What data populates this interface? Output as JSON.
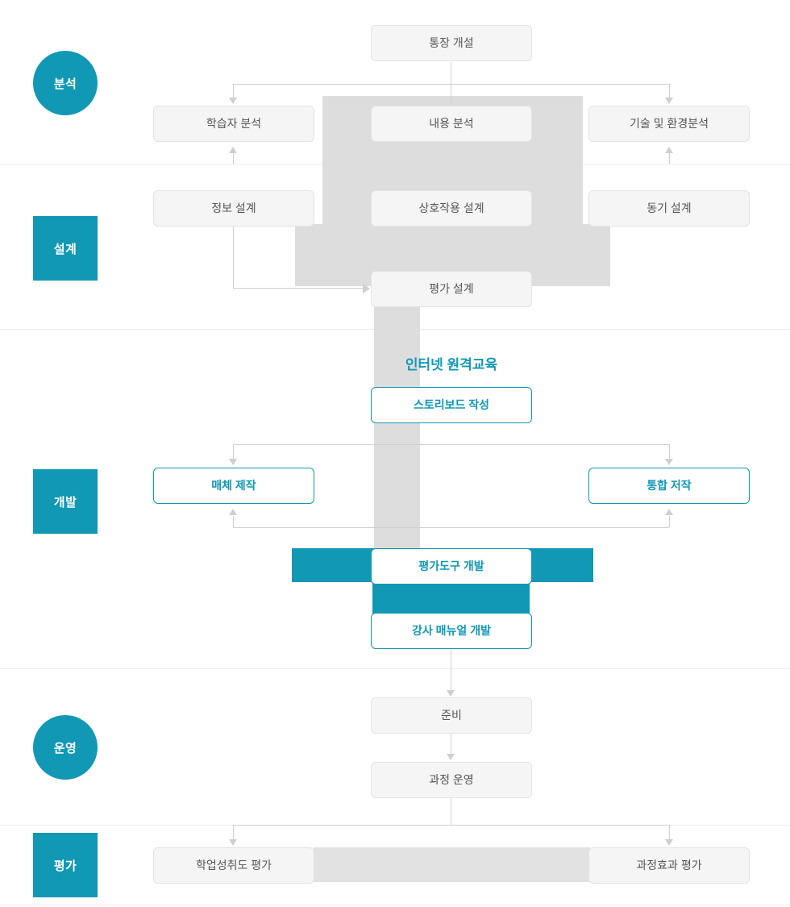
{
  "theme": {
    "accent": "#1198b4",
    "node_grey_bg": "#f5f5f5",
    "node_grey_border": "#e3e3e3",
    "node_grey_text": "#555555",
    "backdrop_grey": "#dddddd",
    "connector": "#cfcfcf",
    "divider": "#ececec",
    "page_bg": "#ffffff"
  },
  "diagram": {
    "title": "",
    "type": "instructional-design-process-flow"
  },
  "stages": [
    {
      "id": "analysis",
      "label": "분석",
      "shape": "circle"
    },
    {
      "id": "design",
      "label": "설계",
      "shape": "square"
    },
    {
      "id": "develop",
      "label": "개발",
      "shape": "square"
    },
    {
      "id": "operate",
      "label": "운영",
      "shape": "circle"
    },
    {
      "id": "evaluate",
      "label": "평가",
      "shape": "square"
    }
  ],
  "headings": {
    "internet_distance_education": "인터넷 원격교육"
  },
  "nodes": {
    "account_open": "통장 개설",
    "learner_analysis": "학습자 분석",
    "content_analysis": "내용 분석",
    "tech_env_analysis": "기술 및 환경분석",
    "info_design": "정보 설계",
    "interaction_design": "상호작용 설계",
    "motivation_design": "동기 설계",
    "evaluation_design": "평가 설계",
    "storyboard": "스토리보드 작성",
    "media_production": "매체 제작",
    "integrated_authoring": "통합 저작",
    "eval_tool_dev": "평가도구 개발",
    "instructor_manual": "강사 매뉴얼 개발",
    "preparation": "준비",
    "course_operation": "과정 운영",
    "achievement_eval": "학업성취도 평가",
    "course_effect_eval": "과정효과 평가"
  }
}
